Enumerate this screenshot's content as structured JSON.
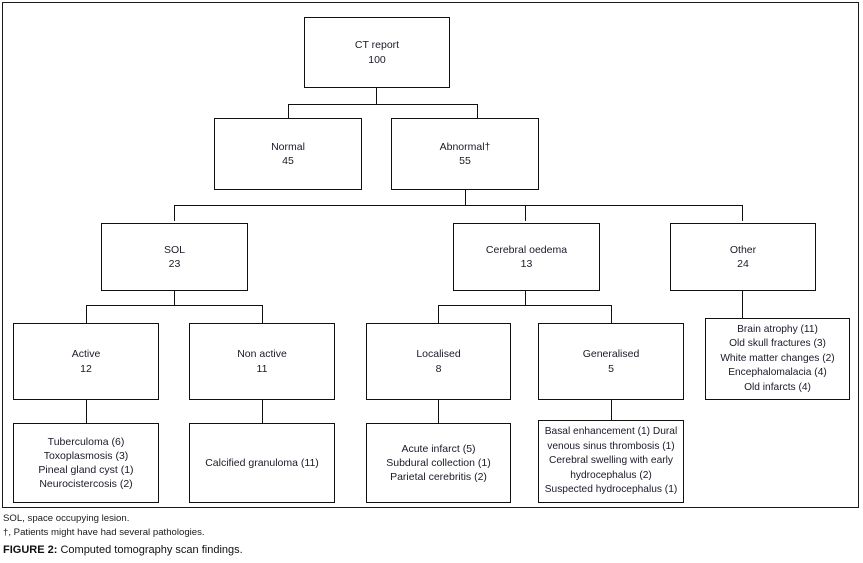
{
  "figure": {
    "caption_label": "FIGURE 2:",
    "caption_text": "Computed tomography scan findings.",
    "footnotes": [
      "SOL, space occupying lesion.",
      "†, Patients might have had several pathologies."
    ]
  },
  "chart_data": {
    "type": "diagram",
    "subtype": "flowchart-tree",
    "title": "Computed tomography scan findings",
    "total": 100,
    "nodes": [
      {
        "id": "ct-report",
        "label": "CT report",
        "value": "100",
        "level": 0
      },
      {
        "id": "normal",
        "label": "Normal",
        "value": "45",
        "level": 1
      },
      {
        "id": "abnormal",
        "label": "Abnormal†",
        "value": "55",
        "level": 1
      },
      {
        "id": "sol",
        "label": "SOL",
        "value": "23",
        "level": 2
      },
      {
        "id": "cerebral-oedema",
        "label": "Cerebral oedema",
        "value": "13",
        "level": 2
      },
      {
        "id": "other",
        "label": "Other",
        "value": "24",
        "level": 2
      },
      {
        "id": "active",
        "label": "Active",
        "value": "12",
        "level": 3
      },
      {
        "id": "non-active",
        "label": "Non active",
        "value": "11",
        "level": 3
      },
      {
        "id": "localised",
        "label": "Localised",
        "value": "8",
        "level": 3
      },
      {
        "id": "generalised",
        "label": "Generalised",
        "value": "5",
        "level": 3
      }
    ],
    "leaf_lists": {
      "active_findings": [
        "Tuberculoma (6)",
        "Toxoplasmosis (3)",
        "Pineal gland cyst (1)",
        "Neurocistercosis (2)"
      ],
      "non_active_findings": [
        "Calcified granuloma (11)"
      ],
      "localised_findings": [
        "Acute infarct (5)",
        "Subdural collection (1)",
        "Parietal cerebritis (2)"
      ],
      "generalised_findings": [
        "Basal enhancement (1) Dural",
        "venous sinus thrombosis (1)",
        "Cerebral swelling with early",
        "hydrocephalus (2)",
        "Suspected hydrocephalus (1)"
      ],
      "other_findings": [
        "Brain atrophy (11)",
        "Old skull fractures (3)",
        "White matter changes (2)",
        "Encephalomalacia (4)",
        "Old infarcts (4)"
      ]
    },
    "edges": [
      {
        "from": "ct-report",
        "to": "normal"
      },
      {
        "from": "ct-report",
        "to": "abnormal"
      },
      {
        "from": "abnormal",
        "to": "sol"
      },
      {
        "from": "abnormal",
        "to": "cerebral-oedema"
      },
      {
        "from": "abnormal",
        "to": "other"
      },
      {
        "from": "sol",
        "to": "active"
      },
      {
        "from": "sol",
        "to": "non-active"
      },
      {
        "from": "cerebral-oedema",
        "to": "localised"
      },
      {
        "from": "cerebral-oedema",
        "to": "generalised"
      },
      {
        "from": "active",
        "to": "active_findings"
      },
      {
        "from": "non-active",
        "to": "non_active_findings"
      },
      {
        "from": "localised",
        "to": "localised_findings"
      },
      {
        "from": "generalised",
        "to": "generalised_findings"
      },
      {
        "from": "other",
        "to": "other_findings"
      }
    ]
  }
}
